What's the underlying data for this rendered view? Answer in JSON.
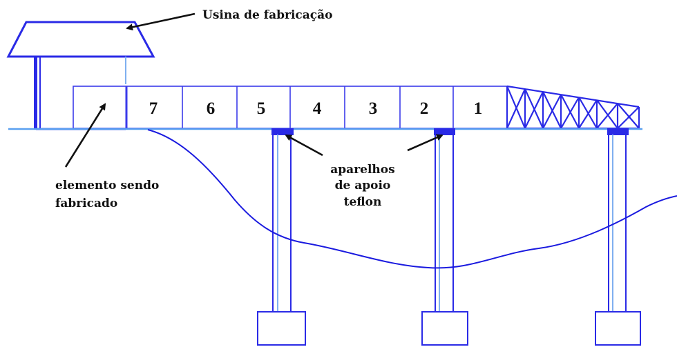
{
  "labels": {
    "usina": "Usina de fabricação",
    "elemento_line1": "elemento sendo",
    "elemento_line2": "fabricado",
    "aparelhos_line1": "aparelhos",
    "aparelhos_line2": "de apoio",
    "aparelhos_line3": "teflon"
  },
  "segments": [
    "7",
    "6",
    "5",
    "4",
    "3",
    "2",
    "1"
  ],
  "colors": {
    "structure": "#2a2ae6",
    "deck_line": "#5aa0f0",
    "ground": "#1a1adf",
    "text": "#111111"
  }
}
